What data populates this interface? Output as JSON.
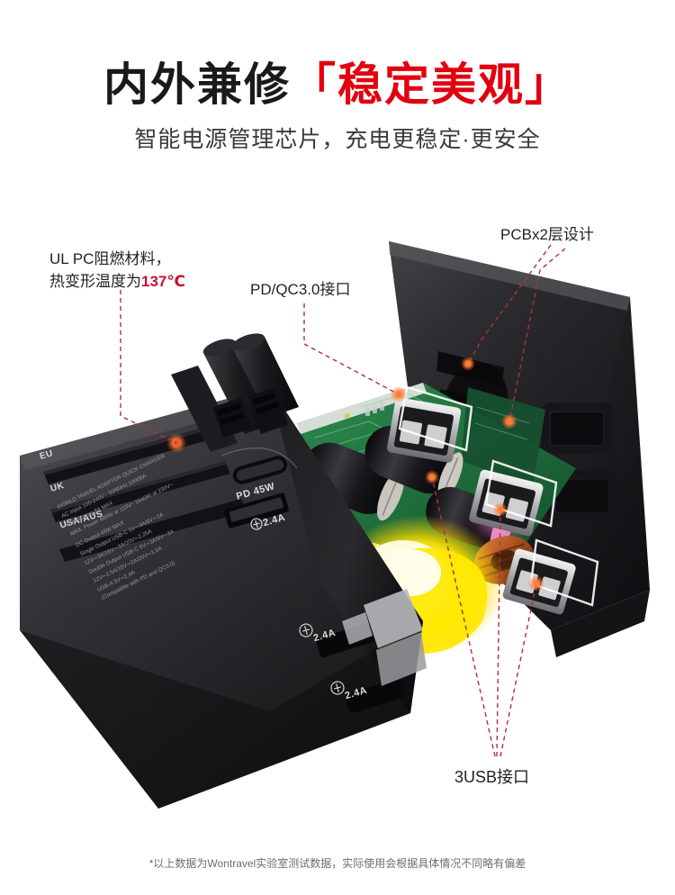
{
  "header": {
    "headline_black": "内外兼修",
    "headline_bracket_open": "「",
    "headline_red": "稳定美观",
    "headline_bracket_close": "」",
    "subline": "智能电源管理芯片，充电更稳定·更安全",
    "accent_color": "#e2000f"
  },
  "annotations": {
    "ul": {
      "line1": "UL PC阻燃材料，",
      "line2_prefix": "热变形温度为",
      "line2_value": "137℃"
    },
    "pd": {
      "label": "PD/QC3.0接口"
    },
    "pcb": {
      "label": "PCBx2层设计"
    },
    "usb": {
      "label": "3USB接口"
    },
    "leader_color": "#b03040",
    "hotspot_color": "#ff6a33"
  },
  "product": {
    "slider_labels": [
      "EU",
      "UK",
      "USA/AUS"
    ],
    "pd_badge": "PD 45W",
    "usb_badges": [
      "2.4A",
      "2.4A",
      "2.4A"
    ],
    "spec_text": [
      "WORLD TRAVEL ADAPTER QUICK CHARGER",
      "AC Input 100-240V~ 50/60Hz 10000A",
      "Fuse Rating 8A MAX",
      "MAX. Power 480W at 110V~ 1640W at 230V~",
      "DC Output 48W MAX",
      "Single Output USB-C 5V⎓3A/9V⎓3A",
      "12V⎓3A/15V⎓3A/20V⎓2.25A",
      "Double Output USB-C 5V⎓3A/9V⎓3A",
      "12V⎓2.5A/15V⎓2A/20V⎓1.5A",
      "USB-A 5V⎓2.4A",
      "(Compatible with PD and QC3.0)"
    ],
    "body_color": "#2a2a2c",
    "pcb_color": "#1f6b3a",
    "glow_color": "#ffe800"
  },
  "footer": {
    "disclaimer": "*以上数据为Wontravel实验室测试数据，实际使用会根据具体情况不同略有偏差"
  }
}
